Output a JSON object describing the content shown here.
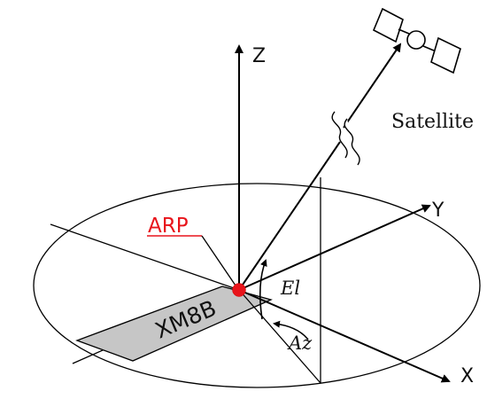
{
  "diagram": {
    "axes": {
      "z_label": "Z",
      "y_label": "Y",
      "x_label": "X"
    },
    "reference_point": {
      "label": "ARP",
      "color": "#e8141b"
    },
    "receiver": {
      "label": "XM8B",
      "fill": "#c6c6c6"
    },
    "satellite": {
      "label": "Satellite"
    },
    "angles": {
      "elevation_label": "El",
      "azimuth_label": "Az"
    },
    "colors": {
      "line": "#000000",
      "background": "#ffffff"
    }
  }
}
